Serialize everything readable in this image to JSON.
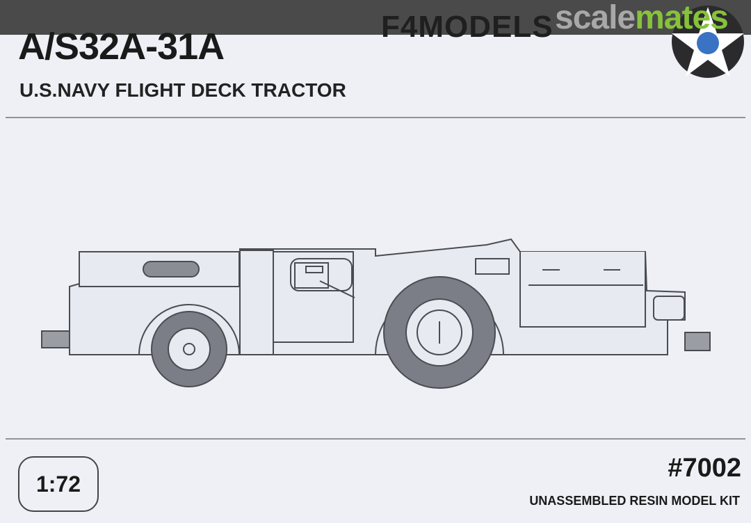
{
  "header": {
    "brand": "F4MODELS",
    "watermark_part1": "scale",
    "watermark_part2": "mates"
  },
  "title": "A/S32A-31A",
  "subtitle": "U.S.NAVY FLIGHT DECK TRACTOR",
  "scale": "1:72",
  "kit_number": "#7002",
  "kit_type": "UNASSEMBLED RESIN MODEL KIT",
  "insignia": {
    "icon": "star-roundel-icon",
    "colors": {
      "ring": "#2b2b2d",
      "star": "#ffffff",
      "center": "#3a72c4"
    }
  },
  "colors": {
    "background": "#eef0f6",
    "topbar": "#4a4a4a",
    "watermark_green": "#86c23a",
    "watermark_gray": "#a8a8a8"
  }
}
